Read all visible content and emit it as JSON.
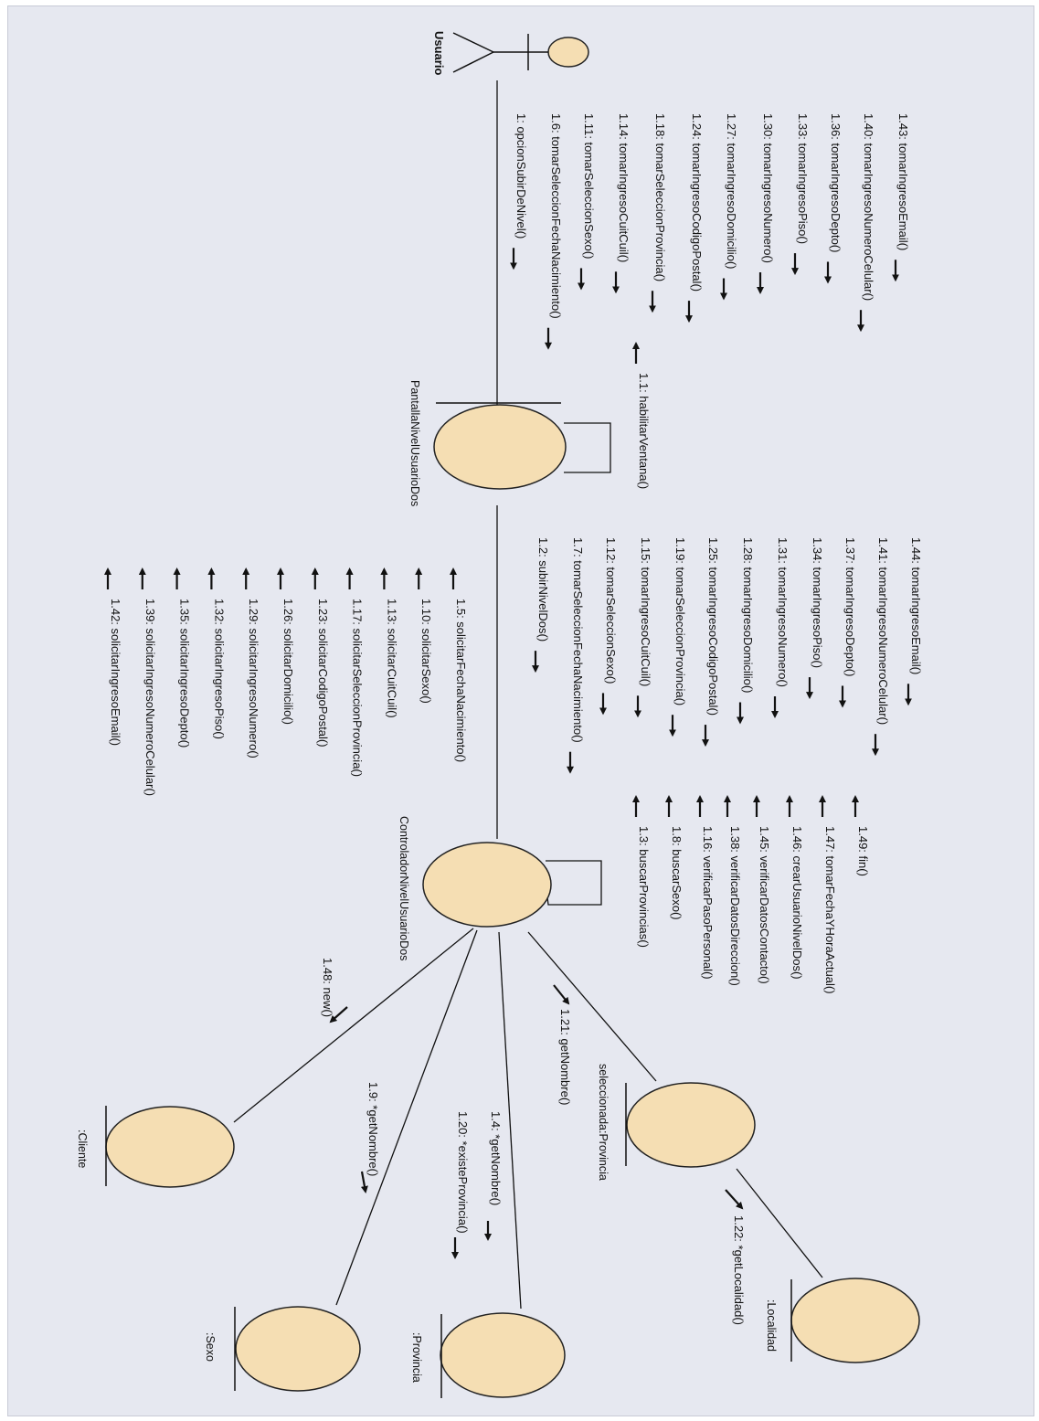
{
  "diagram": {
    "type": "uml-communication-diagram",
    "colors": {
      "background": "#e6e8f0",
      "object_fill": "#f5deb3",
      "object_stroke": "#333333",
      "line": "#111111"
    },
    "actor": {
      "name": "Usuario"
    },
    "objects": {
      "pantalla": "PantallaNivelUsuarioDos",
      "controlador": "ControladorNivelUsuarioDos",
      "cliente": ":Cliente",
      "sexo": ":Sexo",
      "provincia": ":Provincia",
      "seleccionada": "seleccionada:Provincia",
      "localidad": ":Localidad"
    },
    "usuario_to_pantalla": [
      "1.43: tomarIngresoEmail()",
      "1.40: tomarIngresoNumeroCelular()",
      "1.36: tomarIngresoDepto()",
      "1.33: tomarIngresoPiso()",
      "1.30: tomarIngresoNumero()",
      "1.27: tomarIngresoDomicilio()",
      "1.24: tomarIngresoCodigoPostal()",
      "1.18: tomarSeleccionProvincia()",
      "1.14: tomarIngresoCuitCuil()",
      "1.11: tomarSeleccionSexo()",
      "1.6: tomarSeleccionFechaNacimiento()",
      "1: opcionSubirDeNivel()"
    ],
    "pantalla_self": [
      "1.1: habilitarVentana()"
    ],
    "pantalla_to_controlador": [
      "1.44: tomarIngresoEmail()",
      "1.41: tomarIngresoNumeroCelular()",
      "1.37: tomarIngresoDepto()",
      "1.34: tomarIngresoPiso()",
      "1.31: tomarIngresoNumero()",
      "1.28: tomarIngresoDomicilio()",
      "1.25: tomarIngresoCodigoPostal()",
      "1.19: tomarSeleccionProvincia()",
      "1.15: tomarIngresoCuitCuil()",
      "1.12: tomarSeleccionSexo()",
      "1.7: tomarSeleccionFechaNacimiento()",
      "1.2: subirNivelDos()"
    ],
    "controlador_to_pantalla": [
      "1.5: solicitarFechaNacimiento()",
      "1.10: solicitarSexo()",
      "1.13: solicitarCuitCuil()",
      "1.17: solicitarSeleccionProvincia()",
      "1.23: solicitarCodigoPostal()",
      "1.26: solicitarDomicilio()",
      "1.29: solicitarIngresoNumero()",
      "1.32: solicitarIngresoPiso()",
      "1.35: solicitarIngresoDepto()",
      "1.39: solicitarIngresoNumeroCelular()",
      "1.42: solicitarIngresoEmail()"
    ],
    "controlador_self": [
      "1.49: fin()",
      "1.47: tomarFechaYHoraActual()",
      "1.46: crearUsuarioNivelDos()",
      "1.45: verificarDatosContacto()",
      "1.38: verificarDatosDireccion()",
      "1.16: verificarPasoPersonal()",
      "1.8: buscarSexo()",
      "1.3: buscarProvincias()"
    ],
    "to_cliente": [
      "1.48: new()"
    ],
    "to_sexo": [
      "1.9: *getNombre()"
    ],
    "to_provincia": [
      "1.4: *getNombre()",
      "1.20: *existeProvincia()"
    ],
    "to_seleccionada": [
      "1.21: getNombre()"
    ],
    "to_localidad": [
      "1.22: *getLocalidad()"
    ]
  }
}
